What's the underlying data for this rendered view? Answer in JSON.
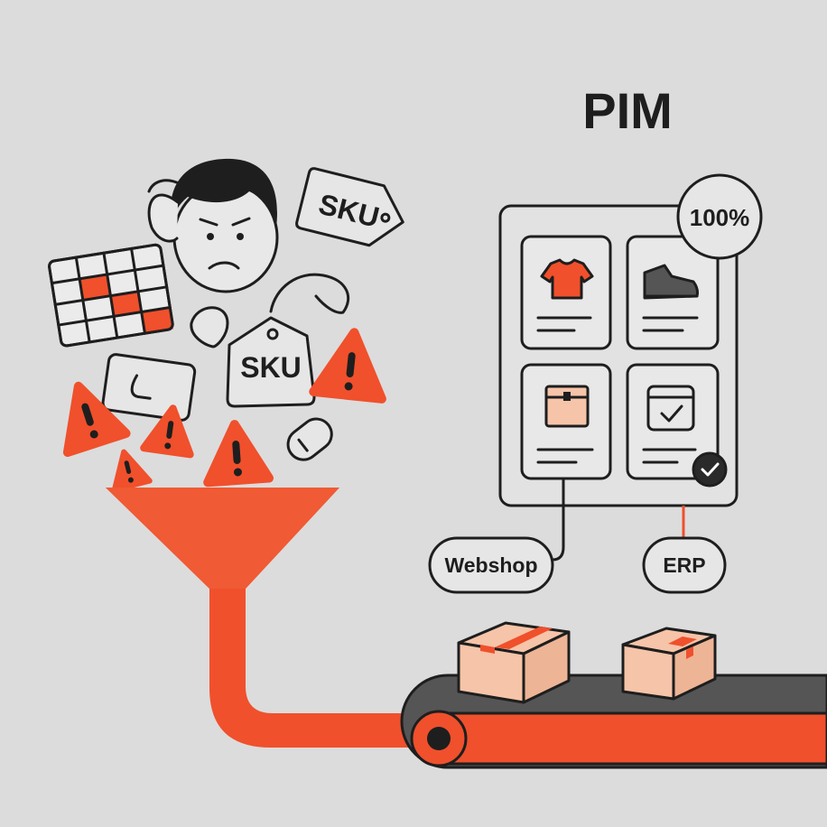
{
  "title": "PIM",
  "completeness": "100%",
  "tags": [
    "SKU",
    "SKU"
  ],
  "outputs": {
    "webshop": "Webshop",
    "erp": "ERP"
  },
  "colors": {
    "background": "#dcdcdc",
    "accent": "#f0502c",
    "ink": "#1e1e1e",
    "card": "#e6e6e6",
    "box": "#f6c4a8",
    "belt": "#555555"
  },
  "icons": [
    "warning-icon",
    "tshirt-icon",
    "shoe-icon",
    "box-icon",
    "checklist-icon",
    "checkmark-icon",
    "spreadsheet-icon",
    "price-tag-icon"
  ]
}
